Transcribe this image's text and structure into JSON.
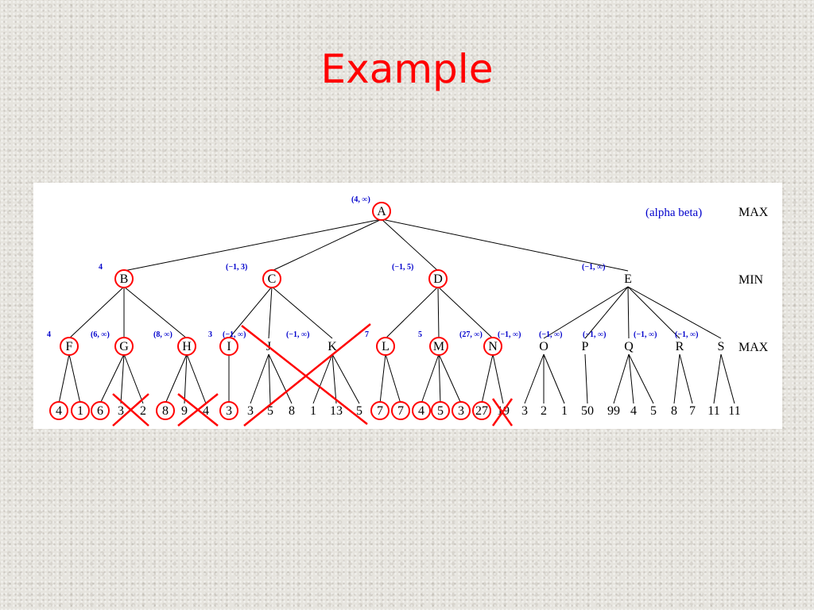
{
  "slide": {
    "title": "Example"
  },
  "diagram": {
    "legend": "(alpha beta)",
    "level_labels": [
      "MAX",
      "MIN",
      "MAX"
    ],
    "colors": {
      "title": "#ff0000",
      "bound": "#0000cc",
      "mark": "#ff0000",
      "line": "#000000"
    },
    "nodes": [
      {
        "id": "A",
        "label": "A",
        "bound": "(4, ∞)",
        "circled": true
      },
      {
        "id": "B",
        "label": "B",
        "bound": "4",
        "circled": true
      },
      {
        "id": "C",
        "label": "C",
        "bound": "(−1, 3)",
        "circled": true
      },
      {
        "id": "D",
        "label": "D",
        "bound": "(−1, 5)",
        "circled": true
      },
      {
        "id": "E",
        "label": "E",
        "bound": "(−1, ∞)",
        "circled": false
      },
      {
        "id": "F",
        "label": "F",
        "bound": "4",
        "circled": true
      },
      {
        "id": "G",
        "label": "G",
        "bound": "(6, ∞)",
        "circled": true
      },
      {
        "id": "H",
        "label": "H",
        "bound": "(8, ∞)",
        "circled": true
      },
      {
        "id": "I",
        "label": "I",
        "bound": "3",
        "circled": true
      },
      {
        "id": "J",
        "label": "J",
        "bound": "(−1, ∞)",
        "circled": false
      },
      {
        "id": "K",
        "label": "K",
        "bound": "(−1, ∞)",
        "circled": false
      },
      {
        "id": "L",
        "label": "L",
        "bound": "7",
        "circled": true
      },
      {
        "id": "M",
        "label": "M",
        "bound": "5",
        "circled": true
      },
      {
        "id": "N",
        "label": "N",
        "bound": "(27, ∞)",
        "circled": true
      },
      {
        "id": "O",
        "label": "O",
        "bound": "(−1, ∞)",
        "circled": false
      },
      {
        "id": "P",
        "label": "P",
        "bound": "(−1, ∞)",
        "circled": false
      },
      {
        "id": "Q",
        "label": "Q",
        "bound": "(−1, ∞)",
        "circled": false
      },
      {
        "id": "R",
        "label": "R",
        "bound": "(−1, ∞)",
        "circled": false
      },
      {
        "id": "S",
        "label": "S",
        "bound": "(−1, ∞)",
        "circled": false
      }
    ],
    "edges": [
      [
        "A",
        "B"
      ],
      [
        "A",
        "C"
      ],
      [
        "A",
        "D"
      ],
      [
        "A",
        "E"
      ],
      [
        "B",
        "F"
      ],
      [
        "B",
        "G"
      ],
      [
        "B",
        "H"
      ],
      [
        "C",
        "I"
      ],
      [
        "C",
        "J"
      ],
      [
        "C",
        "K"
      ],
      [
        "D",
        "L"
      ],
      [
        "D",
        "M"
      ],
      [
        "D",
        "N"
      ],
      [
        "E",
        "O"
      ],
      [
        "E",
        "P"
      ],
      [
        "E",
        "Q"
      ],
      [
        "E",
        "R"
      ],
      [
        "E",
        "S"
      ]
    ],
    "leaves": [
      {
        "parent": "F",
        "value": "4",
        "state": "circled"
      },
      {
        "parent": "F",
        "value": "1",
        "state": "circled"
      },
      {
        "parent": "G",
        "value": "6",
        "state": "circled"
      },
      {
        "parent": "G",
        "value": "3",
        "state": "crossed"
      },
      {
        "parent": "G",
        "value": "2",
        "state": "crossed"
      },
      {
        "parent": "H",
        "value": "8",
        "state": "circled"
      },
      {
        "parent": "H",
        "value": "9",
        "state": "crossed"
      },
      {
        "parent": "H",
        "value": "4",
        "state": "crossed"
      },
      {
        "parent": "I",
        "value": "3",
        "state": "circled"
      },
      {
        "parent": "J",
        "value": "3",
        "state": "none"
      },
      {
        "parent": "J",
        "value": "5",
        "state": "none"
      },
      {
        "parent": "J",
        "value": "8",
        "state": "none"
      },
      {
        "parent": "K",
        "value": "1",
        "state": "none"
      },
      {
        "parent": "K",
        "value": "13",
        "state": "none"
      },
      {
        "parent": "K",
        "value": "5",
        "state": "none"
      },
      {
        "parent": "L",
        "value": "7",
        "state": "circled"
      },
      {
        "parent": "L",
        "value": "7",
        "state": "circled"
      },
      {
        "parent": "M",
        "value": "4",
        "state": "circled"
      },
      {
        "parent": "M",
        "value": "5",
        "state": "circled"
      },
      {
        "parent": "M",
        "value": "3",
        "state": "circled"
      },
      {
        "parent": "N",
        "value": "27",
        "state": "circled"
      },
      {
        "parent": "N",
        "value": "19",
        "state": "crossed"
      },
      {
        "parent": "O",
        "value": "3",
        "state": "none"
      },
      {
        "parent": "O",
        "value": "2",
        "state": "none"
      },
      {
        "parent": "O",
        "value": "1",
        "state": "none"
      },
      {
        "parent": "P",
        "value": "50",
        "state": "none"
      },
      {
        "parent": "Q",
        "value": "99",
        "state": "none"
      },
      {
        "parent": "Q",
        "value": "4",
        "state": "none"
      },
      {
        "parent": "Q",
        "value": "5",
        "state": "none"
      },
      {
        "parent": "R",
        "value": "8",
        "state": "none"
      },
      {
        "parent": "R",
        "value": "7",
        "state": "none"
      },
      {
        "parent": "S",
        "value": "11",
        "state": "none"
      },
      {
        "parent": "S",
        "value": "11",
        "state": "none"
      }
    ],
    "pruned_subtrees": [
      "J",
      "K"
    ]
  }
}
